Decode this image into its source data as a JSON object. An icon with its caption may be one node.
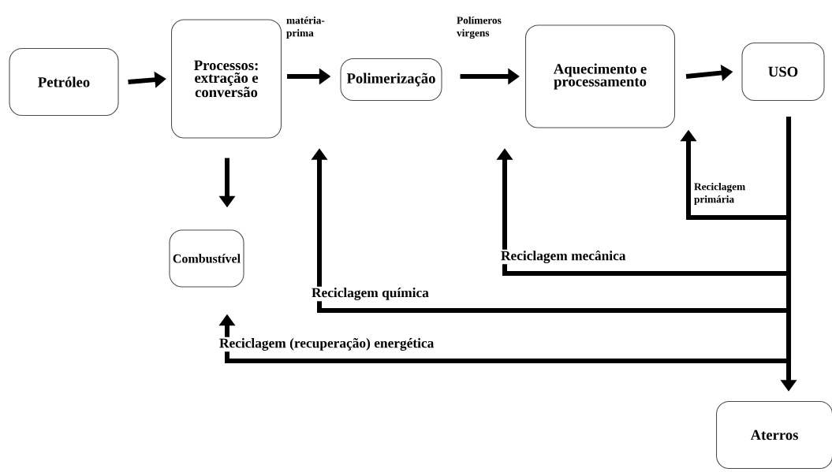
{
  "diagram": {
    "nodes": [
      {
        "text": [
          "Petróleo"
        ]
      },
      {
        "text": [
          "Processos: extração e conversão"
        ]
      },
      {
        "text": [
          "Polimerização"
        ]
      },
      {
        "text": [
          "Aquecimento e processamento"
        ]
      },
      {
        "text": [
          "USO"
        ]
      },
      {
        "text": [
          "Combustível"
        ]
      },
      {
        "text": [
          "Aterros"
        ]
      }
    ],
    "edges": [
      {
        "from": 0,
        "to": 1,
        "arrow": "to"
      },
      {
        "from": 1,
        "to": 2,
        "arrow": "to",
        "label": "matéria-prima"
      },
      {
        "from": 2,
        "to": 3,
        "arrow": "to",
        "label": "Polímeros virgens"
      },
      {
        "from": 3,
        "to": 4,
        "arrow": "to"
      },
      {
        "from": 1,
        "to": 5,
        "arrow": "to"
      },
      {
        "from": 4,
        "to": 3,
        "arrow": "to",
        "label": "Reciclagem primária"
      },
      {
        "from": 4,
        "to": null,
        "arrow": "to",
        "label": "Reciclagem mecânica"
      },
      {
        "from": 4,
        "to": null,
        "arrow": "to",
        "label": "Reciclagem química"
      },
      {
        "from": 4,
        "to": 5,
        "arrow": "to",
        "label": "Reciclagem (recuperação) energética"
      },
      {
        "from": 4,
        "to": 6,
        "arrow": "to"
      }
    ]
  }
}
